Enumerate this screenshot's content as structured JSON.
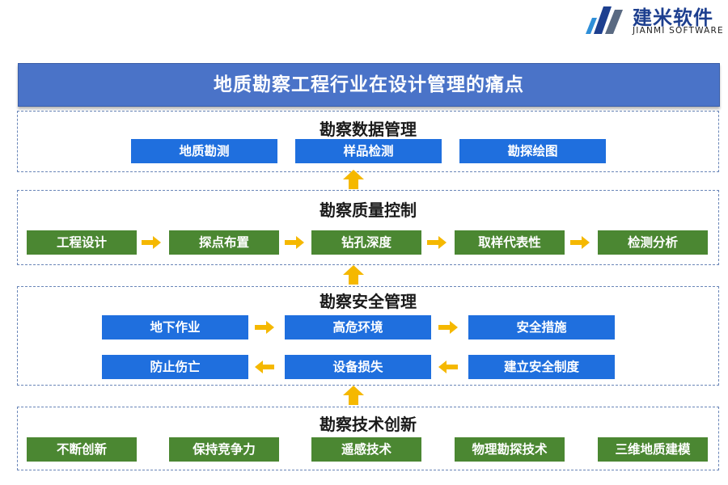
{
  "logo": {
    "name_cn": "建米软件",
    "name_en": "JIANMI SOFTWARE"
  },
  "banner": {
    "title": "地质勘察工程行业在设计管理的痛点"
  },
  "sections": {
    "data_mgmt": {
      "title": "勘察数据管理",
      "items": [
        "地质勘测",
        "样品检测",
        "勘探绘图"
      ]
    },
    "quality": {
      "title": "勘察质量控制",
      "items": [
        "工程设计",
        "探点布置",
        "钻孔深度",
        "取样代表性",
        "检测分析"
      ]
    },
    "safety": {
      "title": "勘察安全管理",
      "row1": [
        "地下作业",
        "高危环境",
        "安全措施"
      ],
      "row2": [
        "防止伤亡",
        "设备损失",
        "建立安全制度"
      ]
    },
    "tech": {
      "title": "勘察技术创新",
      "items": [
        "不断创新",
        "保持竞争力",
        "遥感技术",
        "物理勘探技术",
        "三维地质建模"
      ]
    }
  },
  "colors": {
    "banner": "#4a73c8",
    "box_blue": "#1f6fde",
    "box_green": "#4b8732",
    "arrow": "#f5b800",
    "dashed_border": "#6a86b8"
  },
  "icons": {
    "logo_mark": "jianmi-logo-icon",
    "flow_right": "arrow-right-icon",
    "flow_left": "arrow-left-icon",
    "flow_up": "arrow-up-icon"
  }
}
